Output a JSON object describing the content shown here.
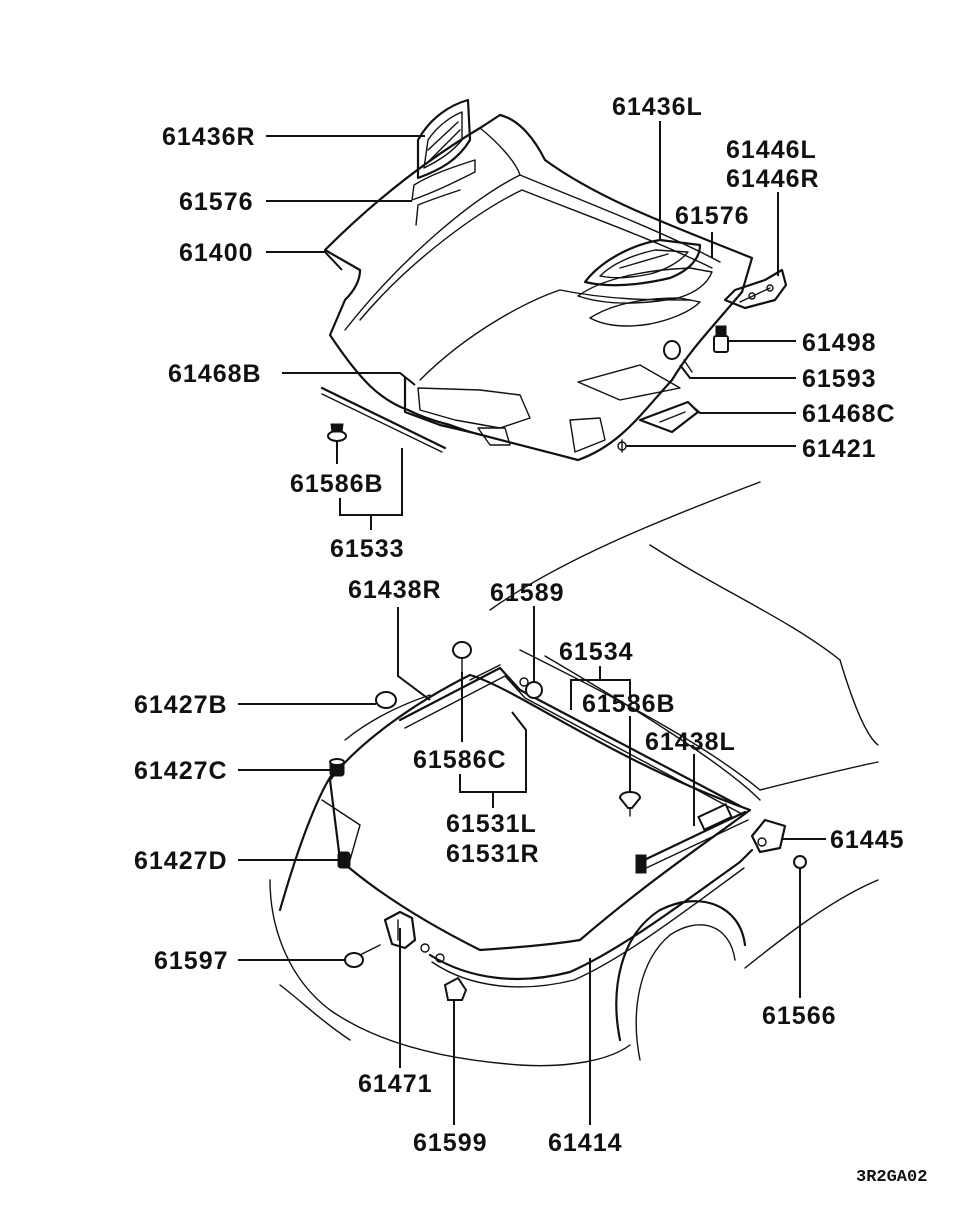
{
  "diagram": {
    "drawing_code": "3R2GA02",
    "labels": {
      "p61436R": "61436R",
      "p61576a": "61576",
      "p61400": "61400",
      "p61436L": "61436L",
      "p61446L": "61446L",
      "p61446R": "61446R",
      "p61576b": "61576",
      "p61498": "61498",
      "p61468B": "61468B",
      "p61593": "61593",
      "p61468C": "61468C",
      "p61421": "61421",
      "p61586Ba": "61586B",
      "p61533": "61533",
      "p61438R": "61438R",
      "p61589": "61589",
      "p61534": "61534",
      "p61586Bb": "61586B",
      "p61427B": "61427B",
      "p61438L": "61438L",
      "p61427C": "61427C",
      "p61586C": "61586C",
      "p61531L": "61531L",
      "p61531R": "61531R",
      "p61445": "61445",
      "p61427D": "61427D",
      "p61597": "61597",
      "p61566": "61566",
      "p61471": "61471",
      "p61599": "61599",
      "p61414": "61414"
    }
  }
}
